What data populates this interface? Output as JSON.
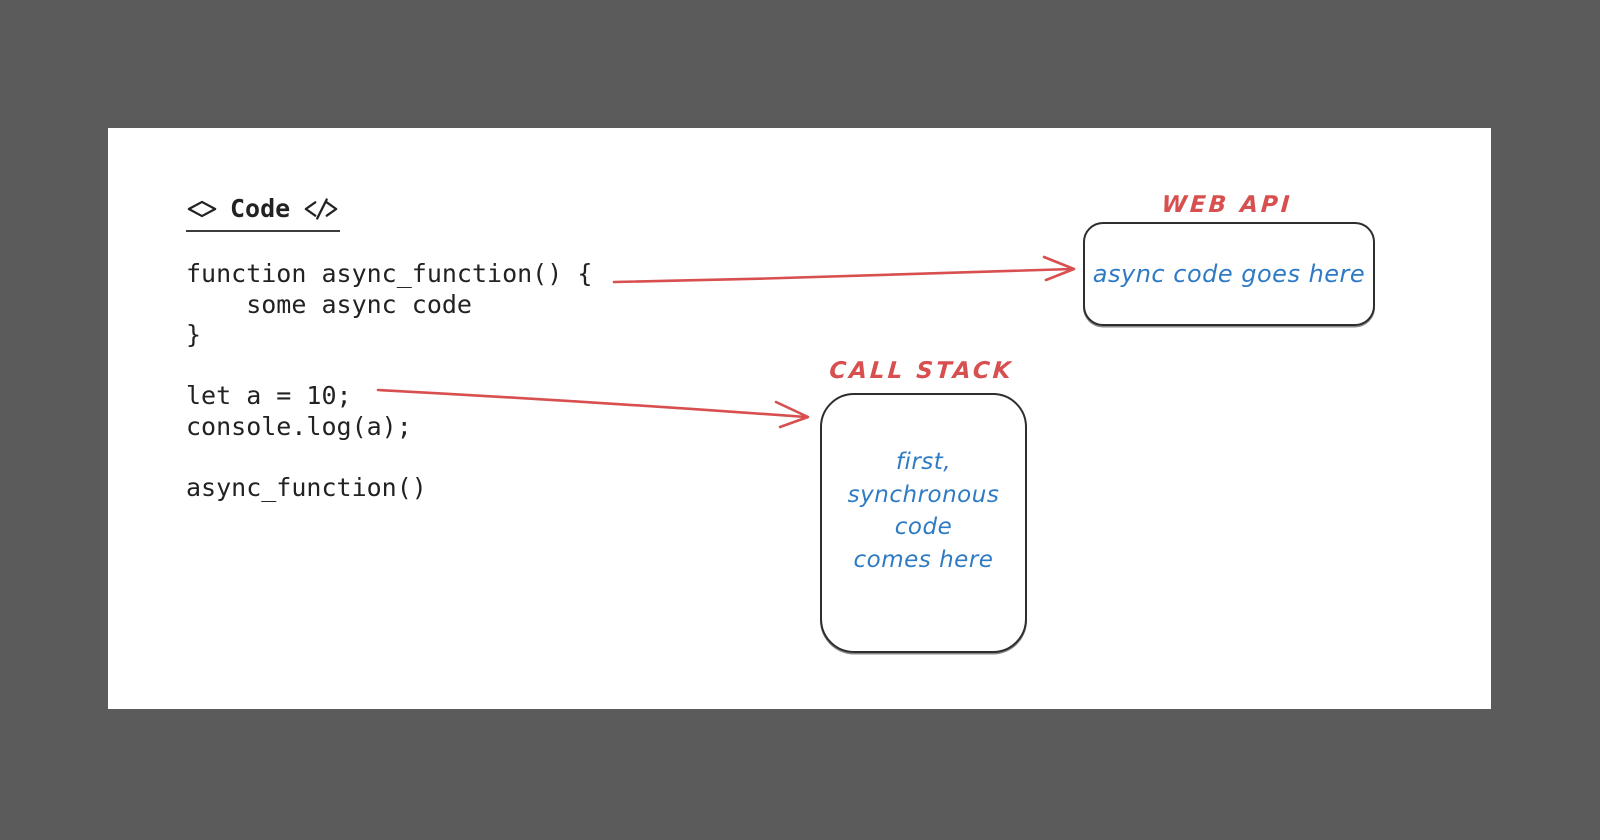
{
  "page": {
    "background_color": "#5b5b5b",
    "canvas_color": "#ffffff"
  },
  "colors": {
    "red": "#d84f4f",
    "blue": "#2f7bc3",
    "ink": "#222222"
  },
  "code_panel": {
    "title": "Code",
    "icons": {
      "open_tag": "<>",
      "close_tag": "</>"
    },
    "code": "function async_function() {\n    some async code\n}\n\nlet a = 10;\nconsole.log(a);\n\nasync_function()"
  },
  "web_api": {
    "label": "WEB API",
    "note": "async code goes here"
  },
  "call_stack": {
    "label": "CALL STACK",
    "note": "first,\nsynchronous\ncode\ncomes here"
  },
  "arrows": [
    {
      "name": "arrow-async-function-to-web-api",
      "from": "function async_function() {",
      "to": "WEB API box"
    },
    {
      "name": "arrow-sync-code-to-call-stack",
      "from": "let a = 10;",
      "to": "CALL STACK box"
    }
  ]
}
